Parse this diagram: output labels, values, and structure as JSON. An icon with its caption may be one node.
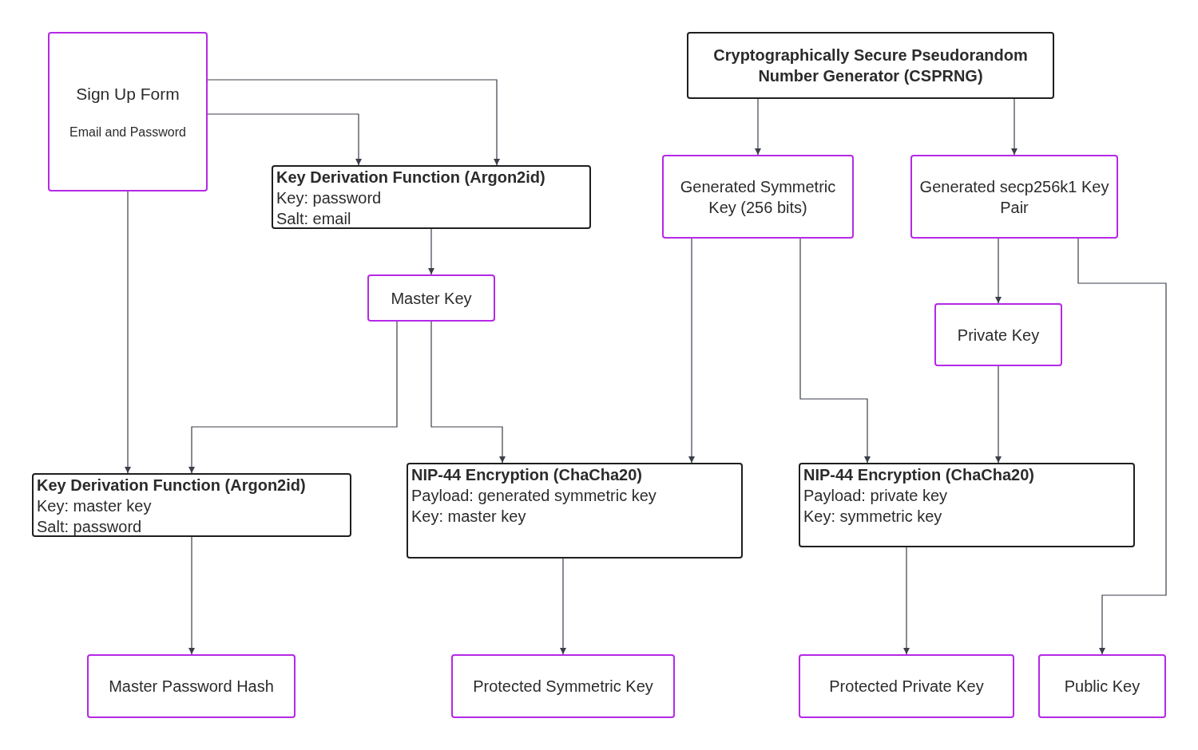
{
  "diagram": {
    "nodes": [
      {
        "text": [
          "Sign Up Form",
          "Email and Password"
        ]
      },
      {
        "text": [
          "Key Derivation Function (Argon2id)",
          "Key: password",
          "Salt: email"
        ]
      },
      {
        "text": [
          "Cryptographically Secure Pseudorandom Number Generator (CSPRNG)"
        ]
      },
      {
        "text": [
          "Generated Symmetric Key (256 bits)"
        ]
      },
      {
        "text": [
          "Generated secp256k1 Key Pair"
        ]
      },
      {
        "text": [
          "Master Key"
        ]
      },
      {
        "text": [
          "Private Key"
        ]
      },
      {
        "text": [
          "Key Derivation Function (Argon2id)",
          "Key: master key",
          "Salt: password"
        ]
      },
      {
        "text": [
          "NIP-44 Encryption (ChaCha20)",
          "Payload: generated symmetric key",
          "Key: master key"
        ]
      },
      {
        "text": [
          "NIP-44 Encryption (ChaCha20)",
          "Payload: private key",
          "Key: symmetric key"
        ]
      },
      {
        "text": [
          "Master Password Hash"
        ]
      },
      {
        "text": [
          "Protected Symmetric Key"
        ]
      },
      {
        "text": [
          "Protected Private Key"
        ]
      },
      {
        "text": [
          "Public Key"
        ]
      }
    ],
    "edges": [
      {
        "from": 0,
        "to": 1,
        "arrow": "to"
      },
      {
        "from": 0,
        "to": 1,
        "arrow": "to"
      },
      {
        "from": 0,
        "to": 7,
        "arrow": "to"
      },
      {
        "from": 1,
        "to": 5,
        "arrow": "to"
      },
      {
        "from": 5,
        "to": 7,
        "arrow": "to"
      },
      {
        "from": 5,
        "to": 8,
        "arrow": "to"
      },
      {
        "from": 2,
        "to": 3,
        "arrow": "to"
      },
      {
        "from": 2,
        "to": 4,
        "arrow": "to"
      },
      {
        "from": 3,
        "to": 8,
        "arrow": "to"
      },
      {
        "from": 3,
        "to": 9,
        "arrow": "to"
      },
      {
        "from": 4,
        "to": 6,
        "arrow": "to"
      },
      {
        "from": 4,
        "to": 13,
        "arrow": "to"
      },
      {
        "from": 6,
        "to": 9,
        "arrow": "to"
      },
      {
        "from": 7,
        "to": 10,
        "arrow": "to"
      },
      {
        "from": 8,
        "to": 11,
        "arrow": "to"
      },
      {
        "from": 9,
        "to": 12,
        "arrow": "to"
      }
    ]
  }
}
